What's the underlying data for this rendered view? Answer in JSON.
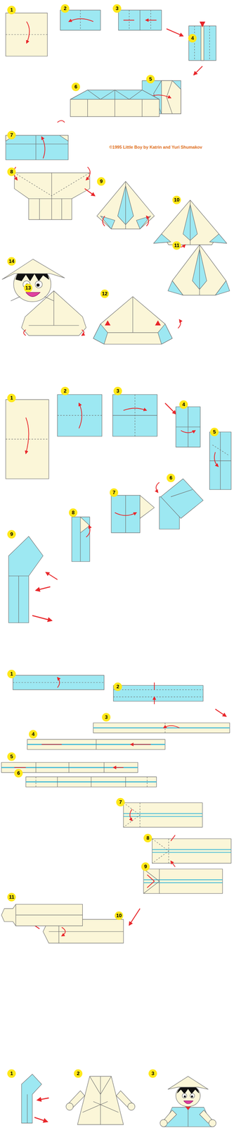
{
  "diagram": {
    "labels": [
      "1",
      "2",
      "3",
      "4",
      "5",
      "6",
      "7",
      "©1995 Little Boy by Katrin and Yuri Shumakov",
      "8",
      "9",
      "10",
      "14",
      "11",
      "13",
      "12",
      "1",
      "2",
      "3",
      "4",
      "5",
      "6",
      "7",
      "8",
      "9",
      "1",
      "2",
      "3",
      "4",
      "5",
      "6",
      "7",
      "8",
      "11",
      "9",
      "10",
      "1",
      "2",
      "3"
    ]
  }
}
